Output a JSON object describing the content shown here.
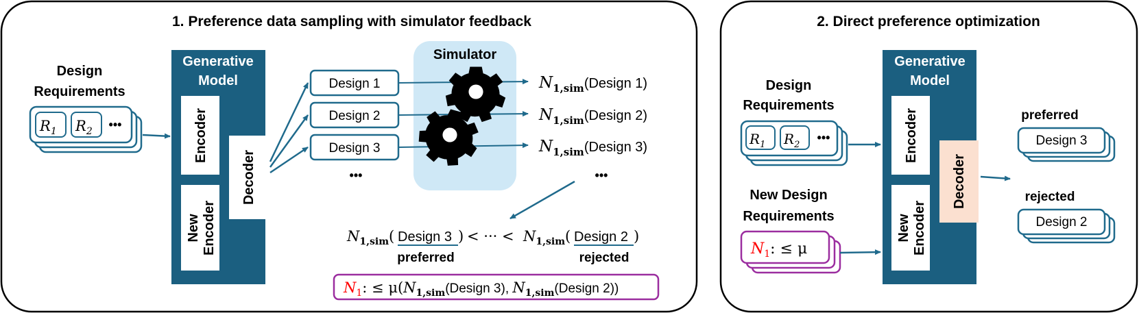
{
  "panel1": {
    "title": "1. Preference data sampling with simulator feedback",
    "design_requirements": [
      "Design",
      "Requirements"
    ],
    "req_items": [
      "R",
      "1",
      "R",
      "2",
      "•••"
    ],
    "model": {
      "title": [
        "Generative",
        "Model"
      ],
      "encoder": "Encoder",
      "new_encoder": [
        "New",
        "Encoder"
      ],
      "decoder": "Decoder"
    },
    "designs": [
      "Design 1",
      "Design 2",
      "Design 3"
    ],
    "designs_ellipsis": "•••",
    "simulator": "Simulator",
    "outputs": [
      {
        "func": "N",
        "sub": "1,sim",
        "arg": "(Design 1)"
      },
      {
        "func": "N",
        "sub": "1,sim",
        "arg": "(Design 2)"
      },
      {
        "func": "N",
        "sub": "1,sim",
        "arg": "(Design 3)"
      }
    ],
    "outputs_ellipsis": "•••",
    "ranking": {
      "func": "N",
      "sub": "1,sim",
      "left_arg": "Design 3",
      "middle": "< ··· <",
      "right_arg": "Design 2",
      "preferred_label": "preferred",
      "rejected_label": "rejected"
    },
    "constraint": {
      "n": "N",
      "n_sub": "1",
      "expr_a": ": ≤ μ(",
      "func": "N",
      "sub": "1,sim",
      "arg_a": "(Design 3), ",
      "arg_b": "(Design 2))"
    }
  },
  "panel2": {
    "title": "2. Direct preference optimization",
    "design_requirements": [
      "Design",
      "Requirements"
    ],
    "req_items": [
      "R",
      "1",
      "R",
      "2",
      "•••"
    ],
    "new_design_requirements": [
      "New Design",
      "Requirements"
    ],
    "new_req": {
      "n": "N",
      "n_sub": "1",
      "expr": ": ≤ μ"
    },
    "model": {
      "title": [
        "Generative",
        "Model"
      ],
      "encoder": "Encoder",
      "new_encoder": [
        "New",
        "Encoder"
      ],
      "decoder": "Decoder"
    },
    "preferred_label": "preferred",
    "preferred_design": "Design 3",
    "rejected_label": "rejected",
    "rejected_design": "Design 2"
  },
  "colors": {
    "model_bg": "#1b5f80",
    "stroke": "#1f6a8c",
    "simulator_bg": "#cfe8f6",
    "decoder_bg": "#fbe0d0",
    "constraint": "#9b2d9f",
    "red": "#ff0000"
  }
}
